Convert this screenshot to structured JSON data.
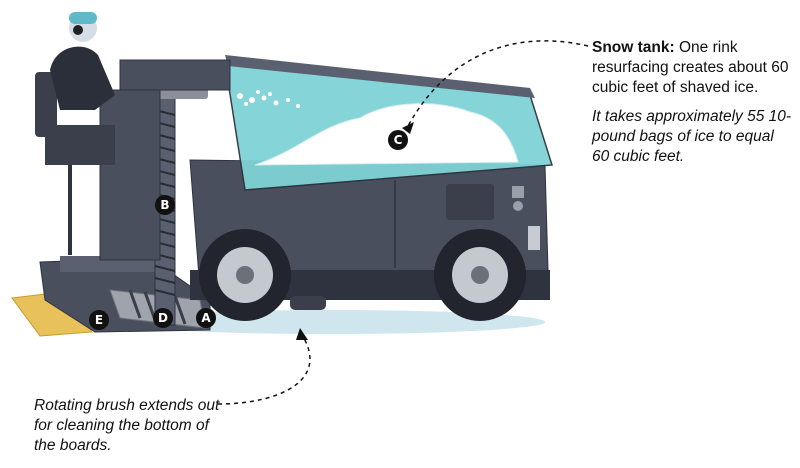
{
  "snow_tank": {
    "label": "Snow tank:",
    "description": "One rink resurfacing creates about 60 cubic feet of shaved ice.",
    "note": "It takes approximately 55 10-pound bags of ice to equal 60 cubic feet."
  },
  "brush_note": "Rotating brush extends out for cleaning the bottom of the boards.",
  "parts": {
    "a": "A",
    "b": "B",
    "c": "C",
    "d": "D",
    "e": "E"
  },
  "colors": {
    "body": "#4a4f5e",
    "body_dark": "#2f3340",
    "tank_glass": "#7fd3d6",
    "ice_shadow": "#cfe6ee",
    "blade": "#e8c15a",
    "badge": "#111111"
  }
}
